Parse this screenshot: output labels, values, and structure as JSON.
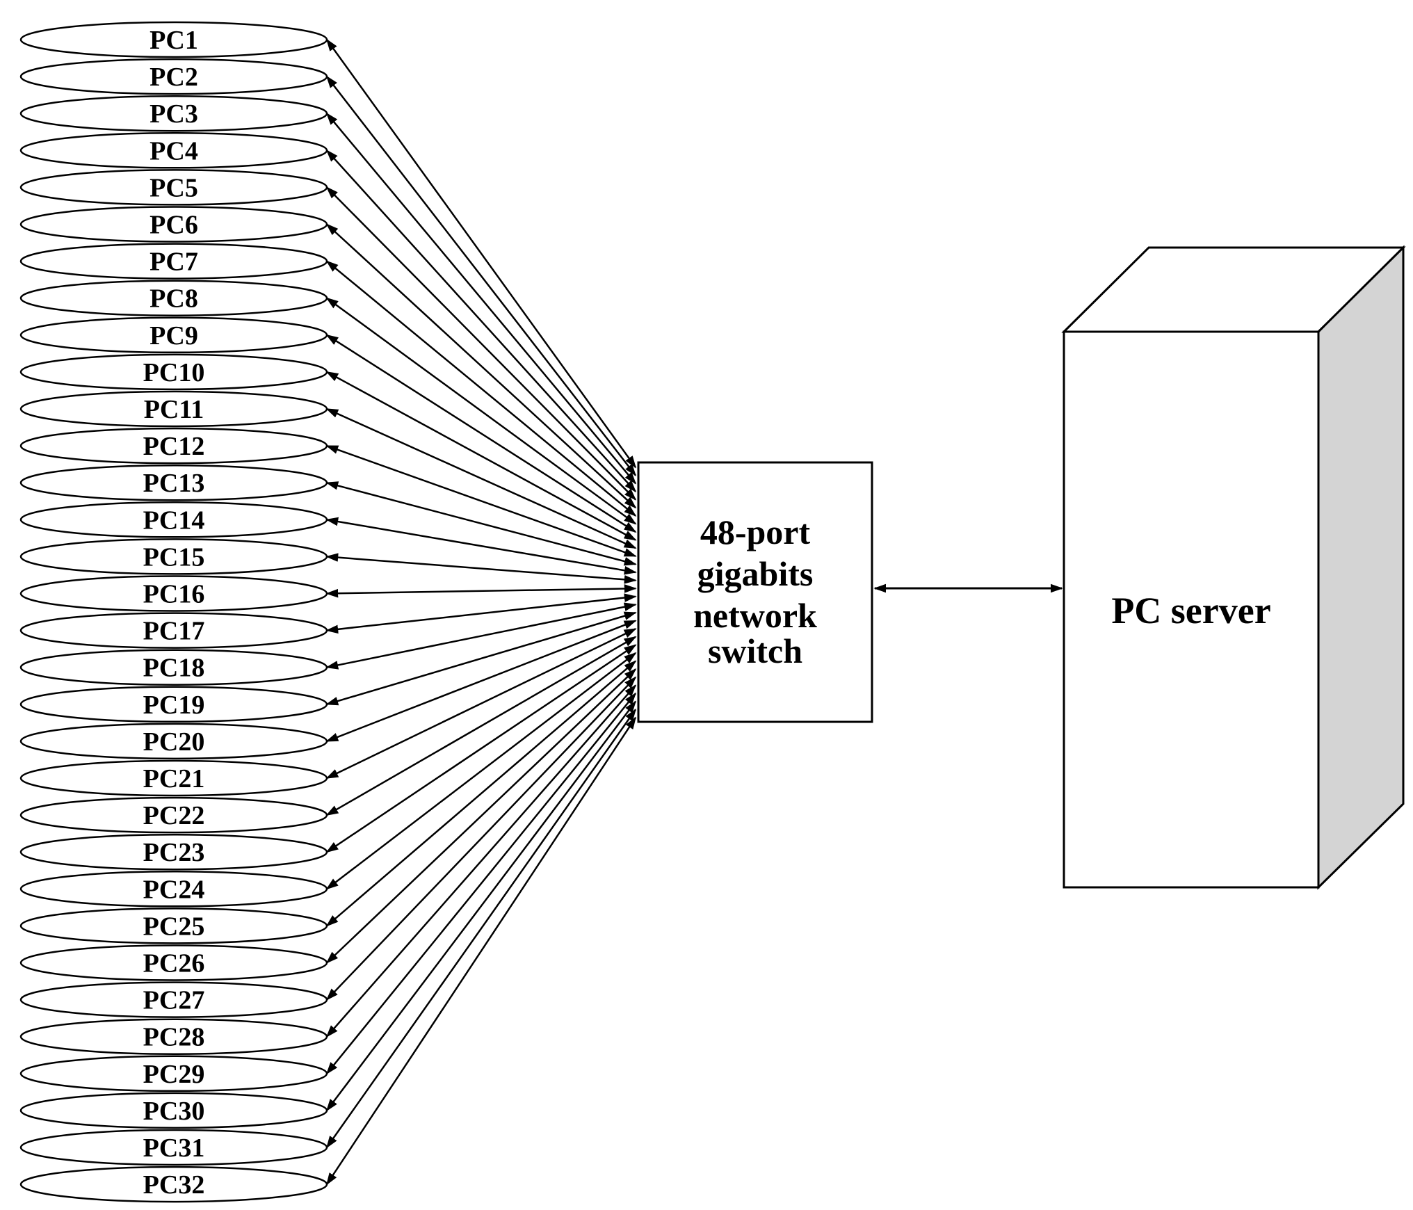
{
  "diagram": {
    "pcs": [
      {
        "label": "PC1"
      },
      {
        "label": "PC2"
      },
      {
        "label": "PC3"
      },
      {
        "label": "PC4"
      },
      {
        "label": "PC5"
      },
      {
        "label": "PC6"
      },
      {
        "label": "PC7"
      },
      {
        "label": "PC8"
      },
      {
        "label": "PC9"
      },
      {
        "label": "PC10"
      },
      {
        "label": "PC11"
      },
      {
        "label": "PC12"
      },
      {
        "label": "PC13"
      },
      {
        "label": "PC14"
      },
      {
        "label": "PC15"
      },
      {
        "label": "PC16"
      },
      {
        "label": "PC17"
      },
      {
        "label": "PC18"
      },
      {
        "label": "PC19"
      },
      {
        "label": "PC20"
      },
      {
        "label": "PC21"
      },
      {
        "label": "PC22"
      },
      {
        "label": "PC23"
      },
      {
        "label": "PC24"
      },
      {
        "label": "PC25"
      },
      {
        "label": "PC26"
      },
      {
        "label": "PC27"
      },
      {
        "label": "PC28"
      },
      {
        "label": "PC29"
      },
      {
        "label": "PC30"
      },
      {
        "label": "PC31"
      },
      {
        "label": "PC32"
      }
    ],
    "switch": {
      "lines": [
        "48-port",
        "gigabits",
        "network",
        "switch"
      ]
    },
    "server": {
      "label": "PC server",
      "side_color": "#d4d4d4",
      "face_color": "#ffffff"
    },
    "connections": {
      "pc_to_switch": "bidirectional",
      "switch_to_server": "bidirectional"
    },
    "colors": {
      "stroke": "#000000",
      "background": "#ffffff"
    }
  }
}
